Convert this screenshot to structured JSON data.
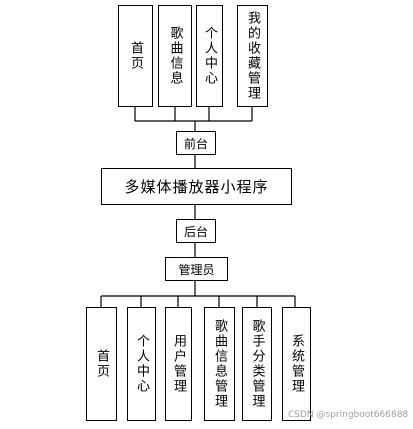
{
  "top_modules": [
    {
      "key": "home",
      "label": "首页"
    },
    {
      "key": "song-info",
      "label": "歌曲信息"
    },
    {
      "key": "personal-center",
      "label": "个人中心"
    },
    {
      "key": "my-favorites",
      "label": "我的收藏管理"
    }
  ],
  "frontend_label": "前台",
  "system_title": "多媒体播放器小程序",
  "backend_label": "后台",
  "admin_label": "管理员",
  "bottom_modules": [
    {
      "key": "home",
      "label": "首页"
    },
    {
      "key": "personal-center",
      "label": "个人中心"
    },
    {
      "key": "user-management",
      "label": "用户管理"
    },
    {
      "key": "song-info-management",
      "label": "歌曲信息管理"
    },
    {
      "key": "singer-category-management",
      "label": "歌手分类管理"
    },
    {
      "key": "system-management",
      "label": "系统管理"
    }
  ],
  "watermark": "CSDN @springboot666888"
}
